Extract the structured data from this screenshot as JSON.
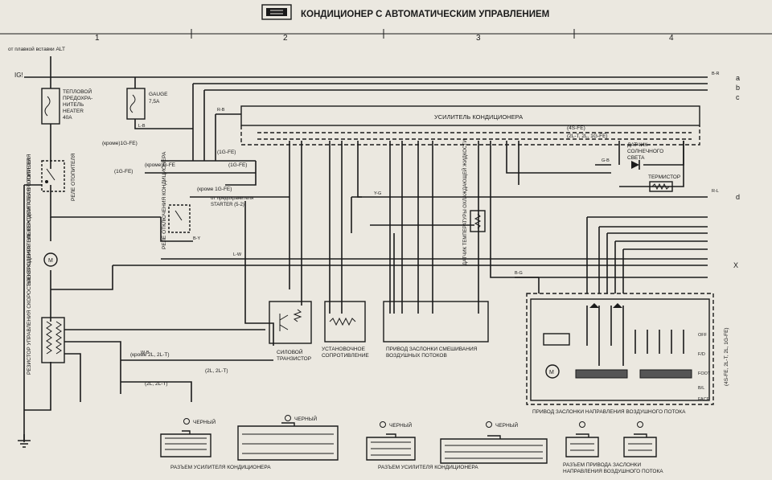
{
  "title": "КОНДИЦИОНЕР С АВТОМАТИЧЕСКИМ УПРАВЛЕНИЕМ",
  "columns": [
    "1",
    "2",
    "3",
    "4"
  ],
  "labels": {
    "from_fuse_alt": "от плавкой вставки ALT",
    "ig": "IG!",
    "heater_fuse": [
      "ТЕПЛОВОЙ",
      "ПРЕДОХРА-",
      "НИТЕЛЬ",
      "HEATER",
      "40A"
    ],
    "gauge": [
      "GAUGE",
      "7,5A"
    ],
    "heater_relay": "РЕЛЕ ОТОПИТЕЛЯ",
    "ac_cut_relay": "РЕЛЕ ОТКЛЮЧЕНИЯ КОНДИЦИОНЕРА",
    "blower_motor": "ЭЛЕКТРОДВИГАТЕЛЬ ВЕНТИЛЯТОРА ОТОПИТЕЛЯ",
    "blower_resistor": "РЕЗИСТОР УПРАВЛЕНИЯ СКОРОСТЬЮ ВРАЩЕНИЯ ЭЛЕКТРОДВИГАТЕЛЯ ОТОПИТЕЛЯ",
    "amplifier": "УСИЛИТЕЛЬ КОНДИЦИОНЕРА",
    "sun_sensor": [
      "ДАТЧИК",
      "СОЛНЕЧНОГО",
      "СВЕТА"
    ],
    "thermistor": "ТЕРМИСТОР",
    "coolant_sensor": "ДАТЧИК ТЕМПЕРАТУРЫ ОХЛАЖДАЮЩЕЙ ЖИДКОСТИ",
    "power_transistor": [
      "СИЛОВОЙ",
      "ТРАНЗИСТОР"
    ],
    "setting_resistor": [
      "УСТАНОВОЧНОЕ",
      "СОПРОТИВЛЕНИЕ"
    ],
    "mix_servo": [
      "ПРИВОД ЗАСЛОНКИ СМЕШИВАНИЯ",
      "ВОЗДУШНЫХ ПОТОКОВ"
    ],
    "mode_servo": "ПРИВОД ЗАСЛОНКИ НАПРАВЛЕНИЯ ВОЗДУШНОГО ПОТОКА",
    "from_starter": [
      "от предохранителя",
      "STARTER (5-2)"
    ],
    "variant_1": "(кроме)1G-FE)",
    "variant_2": "(1G-FE)",
    "variant_3": "(кроме)G-FE",
    "variant_4": "(1G-FE)",
    "variant_5": "(кроме 1G-FE)",
    "variant_6": "(1G-FE)",
    "variant_7": "(кроме 2L, 2L-T)",
    "variant_8": "(2L, 2L-T)",
    "variant_9": "(2L, 2L-T)",
    "variant_4sfe": "(4S-FE)",
    "variant_2lt": "(2L-T, 2L, 1G-FE)",
    "variant_vertical": "(4S-FE, 2L-T, 2L, 1G-FE)",
    "mode_positions": [
      "OFF",
      "F/D",
      "FOOT",
      "B/L",
      "FACE"
    ],
    "right_refs": [
      "a",
      "b",
      "c",
      "d"
    ],
    "letter_x": "X"
  },
  "connectors": [
    {
      "id": "A",
      "color": "ЧЕРНЫЙ"
    },
    {
      "id": "B",
      "color": "ЧЕРНЫЙ"
    },
    {
      "id": "C",
      "color": "ЧЕРНЫЙ"
    },
    {
      "id": "D",
      "color": "ЧЕРНЫЙ"
    },
    {
      "id": "E",
      "color": ""
    },
    {
      "id": "F",
      "color": ""
    }
  ],
  "connector_captions": {
    "amp_1": "РАЗЪЕМ УСИЛИТЕЛЯ КОНДИЦИОНЕРА",
    "amp_2": "РАЗЪЕМ УСИЛИТЕЛЯ КОНДИЦИОНЕРА",
    "servo": [
      "РАЗЪЕМ ПРИВОДА ЗАСЛОНКИ",
      "НАПРАВЛЕНИЯ ВОЗДУШНОГО ПОТОКА"
    ]
  },
  "wire_codes": {
    "l_b": "L-B",
    "r_b": "R-B",
    "b_r": "B-R",
    "g_b": "G-B",
    "w_b": "W-B",
    "l_w": "L-W",
    "b_y": "B-Y",
    "r_l": "R-L",
    "y_g": "Y-G",
    "b_g": "B-G"
  }
}
